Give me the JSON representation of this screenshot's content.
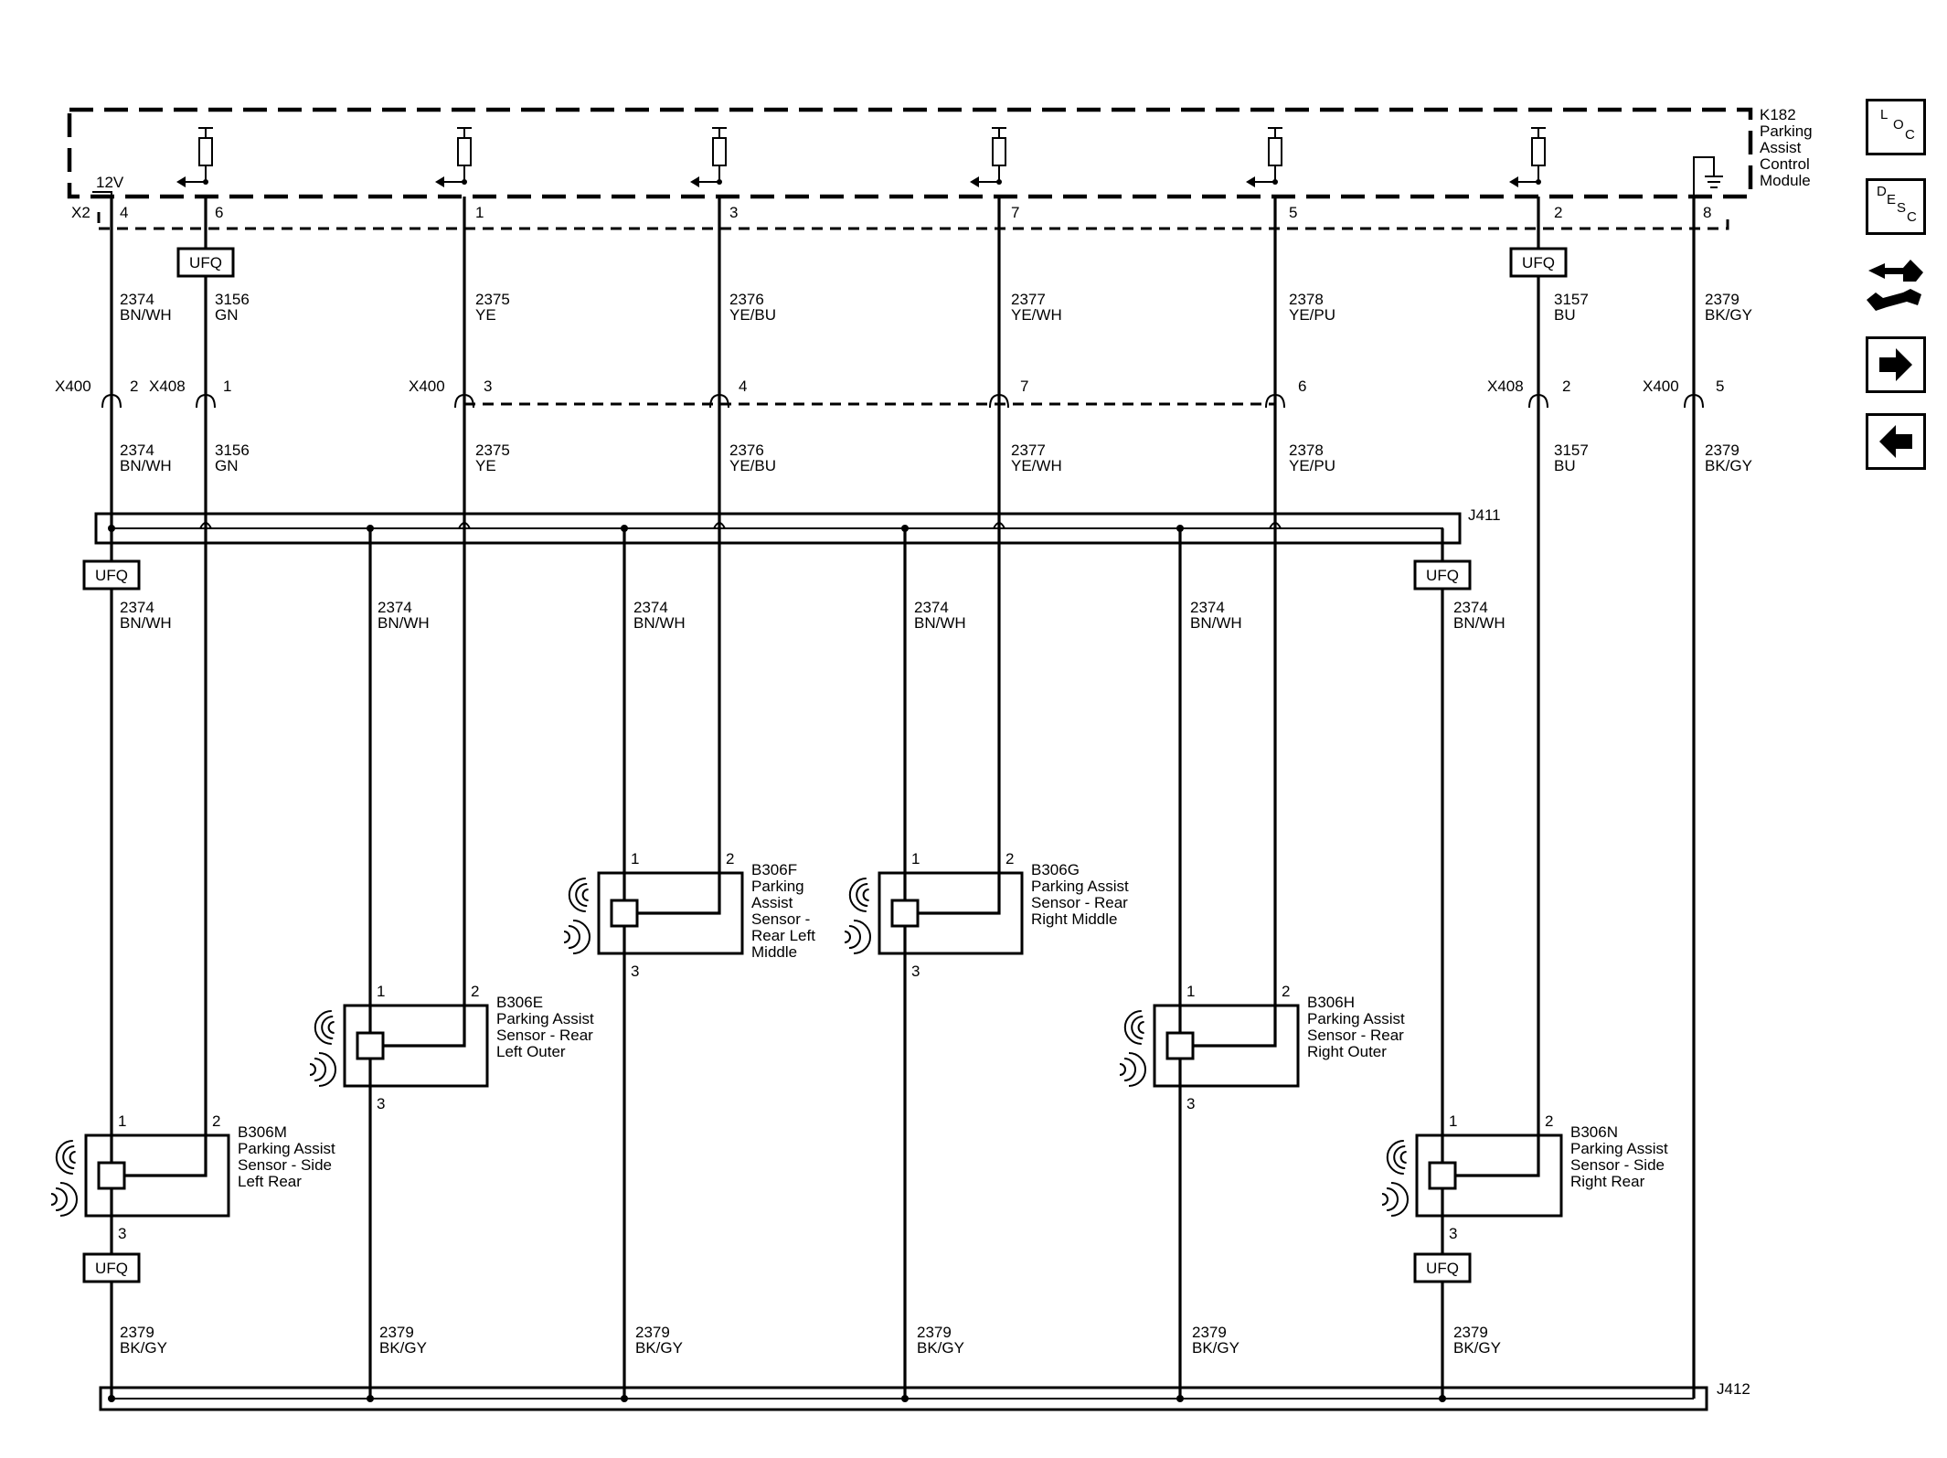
{
  "module": {
    "id": "K182",
    "name_lines": [
      "Parking",
      "Assist",
      "Control",
      "Module"
    ],
    "connector": "X2",
    "supply": "12V",
    "pins": [
      "4",
      "6",
      "1",
      "3",
      "7",
      "5",
      "2",
      "8"
    ]
  },
  "harness": {
    "upper": "J411",
    "lower": "J412"
  },
  "ufq": "UFQ",
  "wires": [
    {
      "circuit": "2374",
      "color": "BN/WH"
    },
    {
      "circuit": "3156",
      "color": "GN"
    },
    {
      "circuit": "2375",
      "color": "YE"
    },
    {
      "circuit": "2376",
      "color": "YE/BU"
    },
    {
      "circuit": "2377",
      "color": "YE/WH"
    },
    {
      "circuit": "2378",
      "color": "YE/PU"
    },
    {
      "circuit": "3157",
      "color": "BU"
    },
    {
      "circuit": "2379",
      "color": "BK/GY"
    }
  ],
  "inline_connectors": [
    {
      "name": "X400",
      "pin": "2"
    },
    {
      "name": "X408",
      "pin": "1"
    },
    {
      "name": "X400",
      "pin": "3"
    },
    {
      "name": "",
      "pin": "4"
    },
    {
      "name": "",
      "pin": "7"
    },
    {
      "name": "",
      "pin": "6"
    },
    {
      "name": "X408",
      "pin": "2"
    },
    {
      "name": "X400",
      "pin": "5"
    }
  ],
  "sensors": [
    {
      "id": "B306M",
      "lines": [
        "Parking Assist",
        "Sensor - Side",
        "Left Rear"
      ]
    },
    {
      "id": "B306E",
      "lines": [
        "Parking Assist",
        "Sensor - Rear",
        "Left Outer"
      ]
    },
    {
      "id": "B306F",
      "lines": [
        "Parking",
        "Assist",
        "Sensor -",
        "Rear Left",
        "Middle"
      ]
    },
    {
      "id": "B306G",
      "lines": [
        "Parking Assist",
        "Sensor - Rear",
        "Right Middle"
      ]
    },
    {
      "id": "B306H",
      "lines": [
        "Parking Assist",
        "Sensor - Rear",
        "Right Outer"
      ]
    },
    {
      "id": "B306N",
      "lines": [
        "Parking Assist",
        "Sensor - Side",
        "Right Rear"
      ]
    }
  ],
  "sensor_pins": [
    "1",
    "2",
    "3"
  ],
  "nav_buttons": {
    "loc": [
      "L",
      "O",
      "C"
    ],
    "desc": [
      "D",
      "E",
      "S",
      "C"
    ],
    "icons": [
      "connector-repair-icon",
      "next-arrow-icon",
      "previous-arrow-icon"
    ]
  }
}
